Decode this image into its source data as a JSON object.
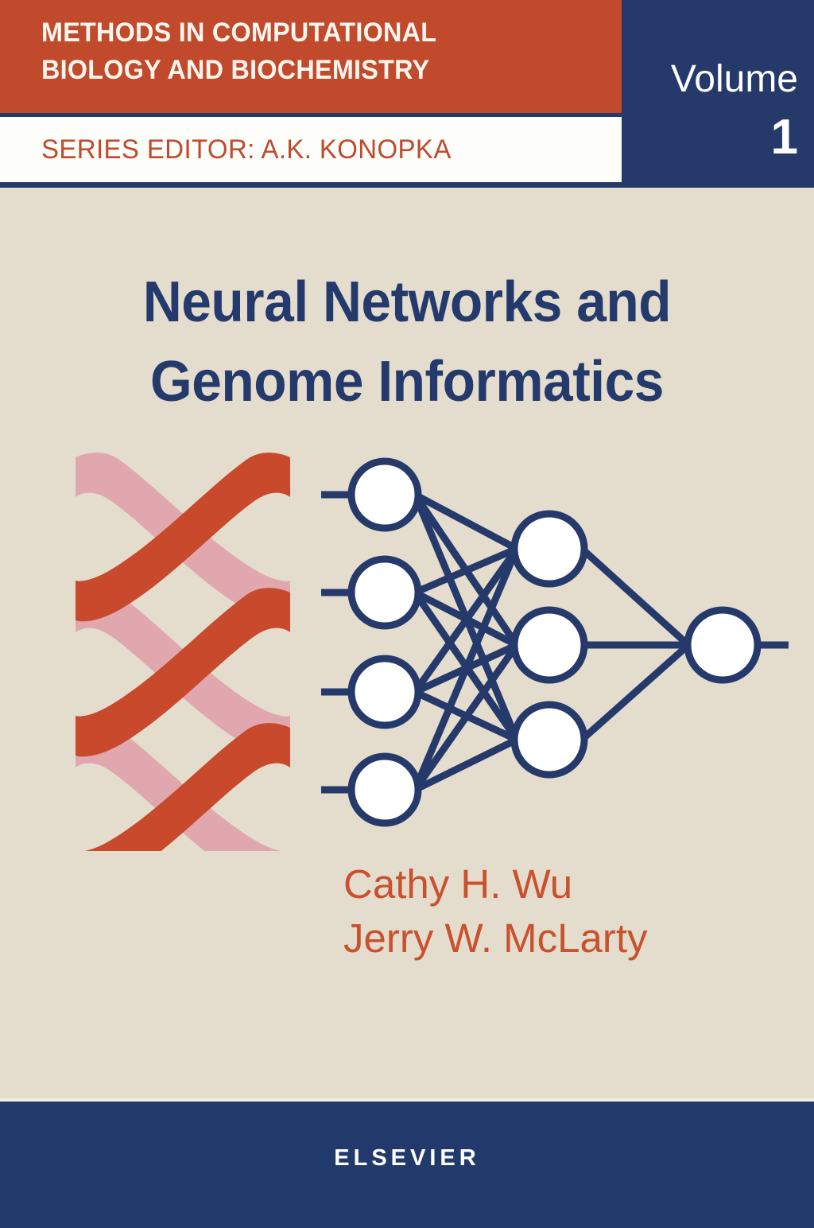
{
  "colors": {
    "background": "#e4ddcd",
    "orange": "#c04a2b",
    "navy": "#253a6b",
    "title_navy": "#243a6d",
    "author_orange": "#c9512e",
    "helix_front": "#c8492b",
    "helix_back": "#e0a8ae",
    "node_fill": "#ffffff",
    "node_stroke": "#253a6b"
  },
  "header": {
    "series_line_1": "METHODS IN COMPUTATIONAL",
    "series_line_2": "BIOLOGY AND BIOCHEMISTRY",
    "editor": "SERIES EDITOR: A.K. KONOPKA",
    "volume_label": "Volume",
    "volume_number": "1"
  },
  "title": {
    "line_1": "Neural Networks and",
    "line_2": "Genome  Informatics"
  },
  "authors": {
    "author_1": "Cathy H. Wu",
    "author_2": "Jerry W. McLarty"
  },
  "footer": {
    "publisher": "ELSEVIER"
  },
  "artwork": {
    "dna_helix": {
      "strands": 2,
      "turns": 3,
      "front_color": "#c8492b",
      "back_color": "#e0a8ae"
    },
    "neural_network": {
      "layers": [
        {
          "name": "input",
          "nodes": 4
        },
        {
          "name": "hidden",
          "nodes": 3
        },
        {
          "name": "output",
          "nodes": 1
        }
      ],
      "fully_connected": true,
      "input_stubs": 4,
      "output_stubs": 1
    }
  }
}
